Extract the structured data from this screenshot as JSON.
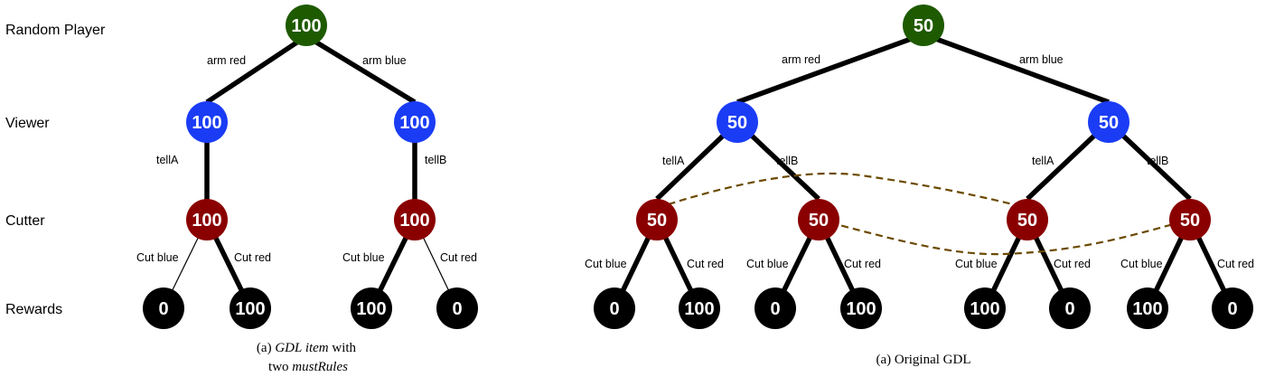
{
  "row_labels": [
    "Random Player",
    "Viewer",
    "Cutter",
    "Rewards"
  ],
  "colors": {
    "random_player": "#1e5a00",
    "viewer": "#1a3cf5",
    "cutter": "#8a0000",
    "reward": "#000000",
    "info_set": "#6b4a00"
  },
  "left_tree": {
    "caption_line1_pre": "(a) ",
    "caption_line1_em": "GDL item",
    "caption_line1_post": " with",
    "caption_line2_pre": "two ",
    "caption_line2_em": "mustRules",
    "root": "100",
    "root_edges": [
      "arm red",
      "arm blue"
    ],
    "viewers": [
      {
        "value": "100",
        "edge": "tellA"
      },
      {
        "value": "100",
        "edge": "tellB"
      }
    ],
    "cutters": [
      "100",
      "100"
    ],
    "cut_labels": [
      "Cut blue",
      "Cut red"
    ],
    "rewards": [
      "0",
      "100",
      "100",
      "0"
    ]
  },
  "right_tree": {
    "caption": "(a) Original GDL",
    "root": "50",
    "root_edges": [
      "arm red",
      "arm blue"
    ],
    "viewers": [
      "50",
      "50"
    ],
    "tell_labels": [
      "tellA",
      "tellB"
    ],
    "cutters": [
      "50",
      "50",
      "50",
      "50"
    ],
    "cut_labels": [
      "Cut blue",
      "Cut red"
    ],
    "rewards": [
      "0",
      "100",
      "0",
      "100",
      "100",
      "0",
      "100",
      "0"
    ]
  }
}
